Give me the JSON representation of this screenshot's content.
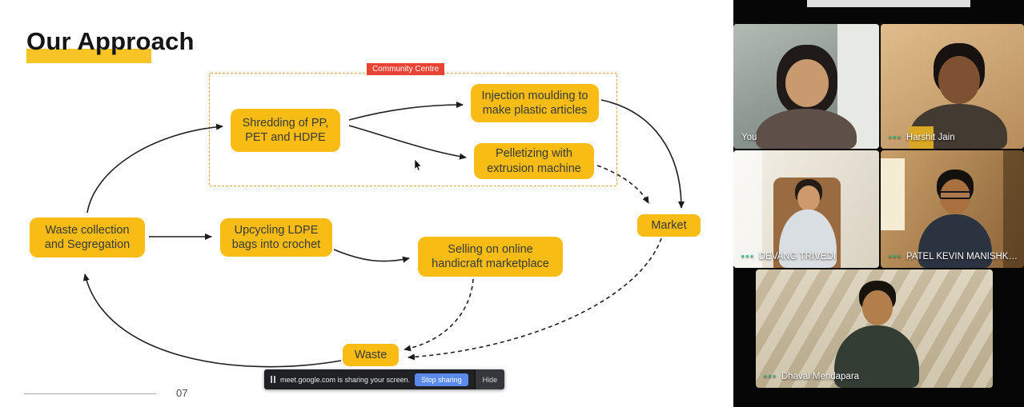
{
  "slide": {
    "title": "Our Approach",
    "page_number": "07",
    "community_label": "Community Centre",
    "nodes": {
      "waste_collection": "Waste collection and Segregation",
      "shredding": "Shredding of PP, PET and HDPE",
      "injection": "Injection moulding to make plastic articles",
      "pelletizing": "Pelletizing with extrusion machine",
      "upcycling": "Upcycling LDPE bags into crochet",
      "selling": "Selling on online handicraft marketplace",
      "market": "Market",
      "waste": "Waste"
    },
    "colors": {
      "node_fill": "#F9BC15",
      "community_label_bg": "#E94335",
      "dashed_border": "#E2A23B",
      "title_highlight": "#F7C325"
    }
  },
  "share_bar": {
    "message": "meet.google.com is sharing your screen.",
    "stop_sharing_label": "Stop sharing",
    "hide_label": "Hide"
  },
  "participants": [
    {
      "name": "You"
    },
    {
      "name": "Harshit Jain"
    },
    {
      "name": "DEVANG TRIVEDI"
    },
    {
      "name": "PATEL KEVIN MANISHK…"
    },
    {
      "name": "Dhaval Mendapara"
    }
  ],
  "icons": {
    "speaking_indicator": "●●●"
  }
}
